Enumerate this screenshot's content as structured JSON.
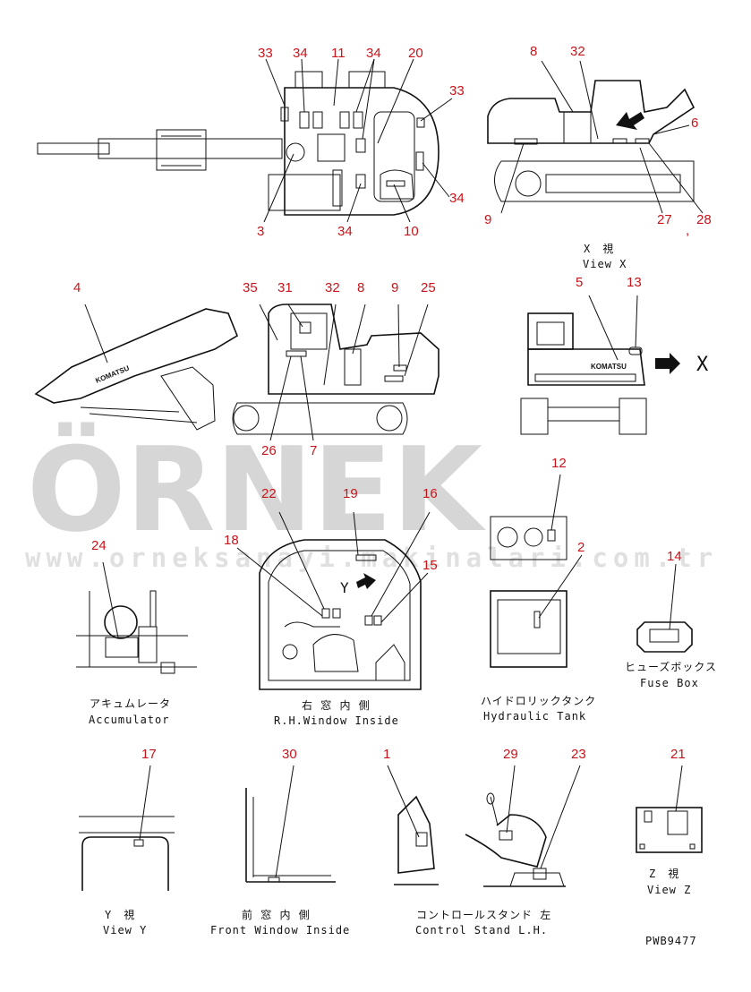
{
  "watermark": {
    "brand": "ÖRNEK",
    "url": "www.orneksanayi.makinalari.com.tr"
  },
  "drawing_code": "PWB9477",
  "callouts": {
    "top_view": [
      "33",
      "34",
      "11",
      "34",
      "20",
      "33",
      "34",
      "3",
      "34",
      "10"
    ],
    "view_x": [
      "8",
      "32",
      "6",
      "9",
      "27",
      ",",
      "28"
    ],
    "side_view": [
      "4",
      "35",
      "31",
      "32",
      "8",
      "9",
      "25",
      "26",
      "7"
    ],
    "rear_view": [
      "5",
      "13"
    ],
    "window": [
      "22",
      "19",
      "16",
      "18",
      "15"
    ],
    "tank": [
      "12",
      "2"
    ],
    "accumulator": [
      "24"
    ],
    "fusebox": [
      "14"
    ],
    "view_y": [
      "17"
    ],
    "front_window": [
      "30"
    ],
    "control_stand": [
      "1",
      "29",
      "23"
    ],
    "view_z": [
      "21"
    ]
  },
  "captions": {
    "view_x_jp": "X　視",
    "view_x_en": "View X",
    "x_letter": "X",
    "y_letter": "Y",
    "z_letter": "Z",
    "accumulator_jp": "アキュムレータ",
    "accumulator_en": "Accumulator",
    "window_jp": "右 窓 内 側",
    "window_en": "R.H.Window Inside",
    "tank_jp": "ハイドロリックタンク",
    "tank_en": "Hydraulic Tank",
    "fusebox_jp": "ヒューズボックス",
    "fusebox_en": "Fuse Box",
    "view_y_jp": "Y　視",
    "view_y_en": "View Y",
    "front_window_jp": "前 窓 内 側",
    "front_window_en": "Front Window Inside",
    "control_stand_jp": "コントロールスタンド 左",
    "control_stand_en": "Control Stand L.H.",
    "view_z_jp": "Z　視",
    "view_z_en": "View Z"
  },
  "brand_marks": {
    "komatsu": "KOMATSU"
  },
  "colors": {
    "callout": "#c8151b",
    "line": "#111111",
    "watermark": "#d6d6d6"
  }
}
